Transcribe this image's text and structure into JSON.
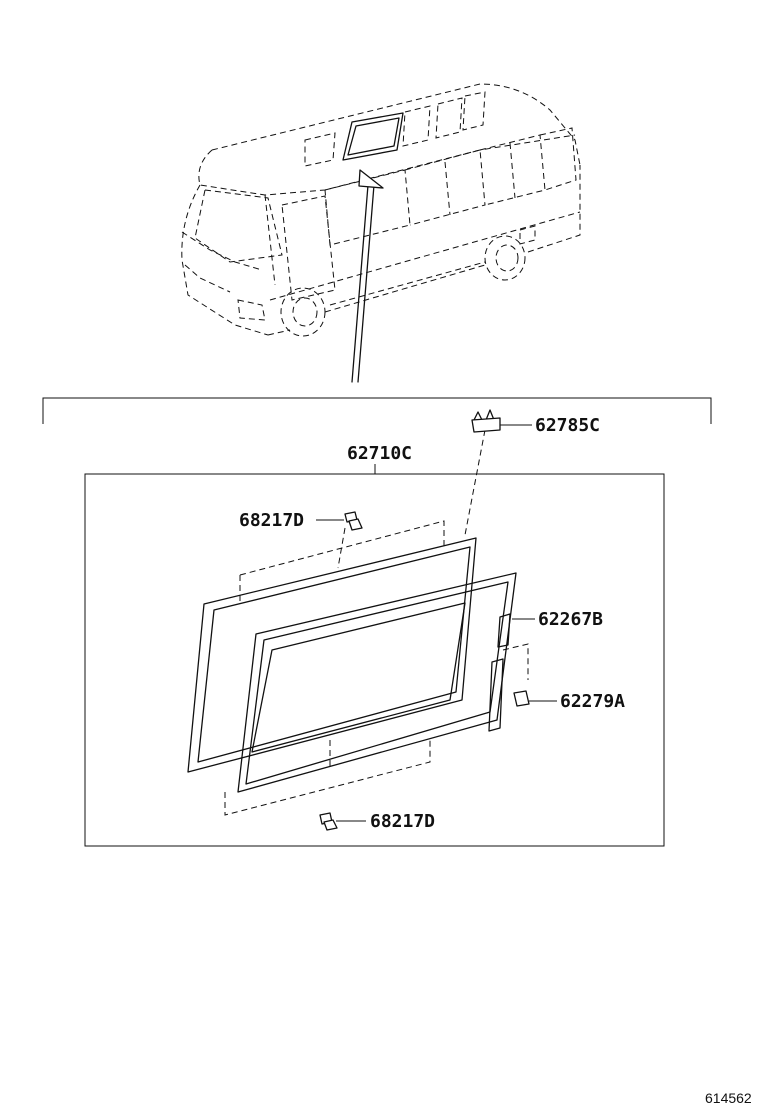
{
  "parts": [
    {
      "id": "part-62785c",
      "number": "62785C"
    },
    {
      "id": "part-62710c",
      "number": "62710C"
    },
    {
      "id": "part-68217d-top",
      "number": "68217D"
    },
    {
      "id": "part-62267b",
      "number": "62267B"
    },
    {
      "id": "part-62279a",
      "number": "62279A"
    },
    {
      "id": "part-68217d-bottom",
      "number": "68217D"
    }
  ],
  "diagram_ref": "614562"
}
